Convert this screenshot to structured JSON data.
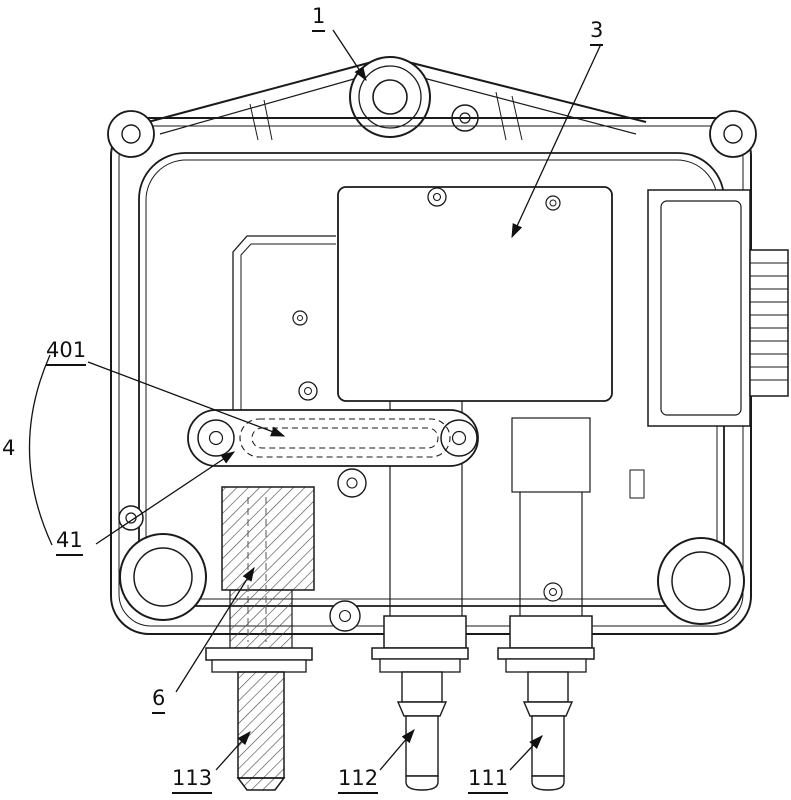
{
  "figure": {
    "kind": "patent-style mechanical line drawing",
    "ink": "#1a1a1a",
    "background": "#ffffff"
  },
  "callouts": {
    "c1": "1",
    "c3": "3",
    "c4": "4",
    "c401": "401",
    "c41": "41",
    "c6": "6",
    "c111": "111",
    "c112": "112",
    "c113": "113"
  }
}
